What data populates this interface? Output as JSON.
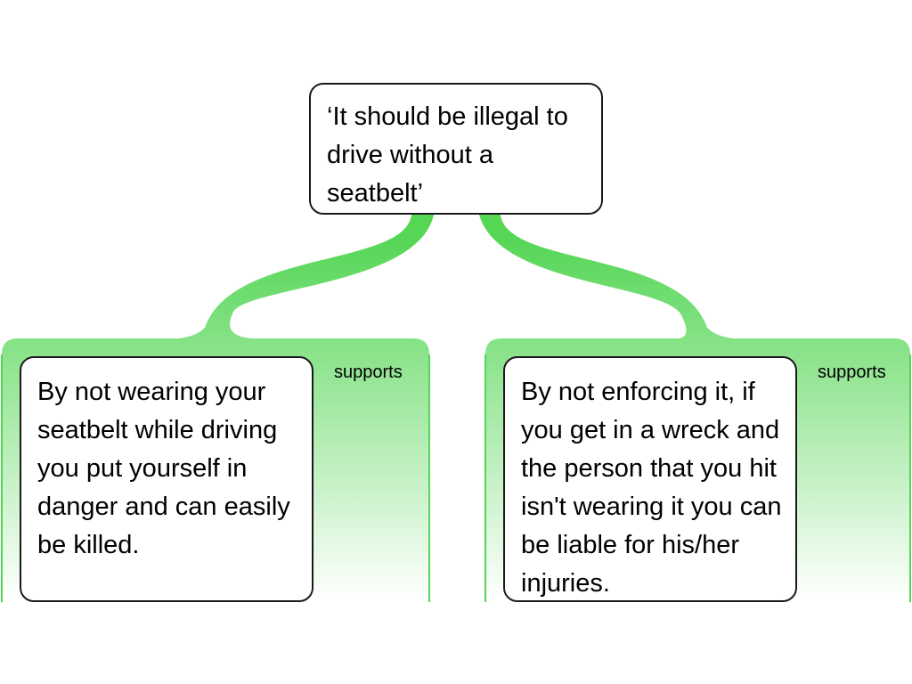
{
  "claim": {
    "text": "‘It should be illegal to drive without a seatbelt’"
  },
  "reasons": [
    {
      "text": "By not wearing your seatbelt while driving you put yourself in danger and can easily be killed.",
      "relation": "supports"
    },
    {
      "text": "By not enforcing it, if you get in a wreck and the person that you hit isn't wearing it you can be liable for his/her injuries.",
      "relation": "supports"
    }
  ],
  "colors": {
    "support_green": "#55d655",
    "node_border": "#1a1a1a",
    "background": "#ffffff"
  }
}
